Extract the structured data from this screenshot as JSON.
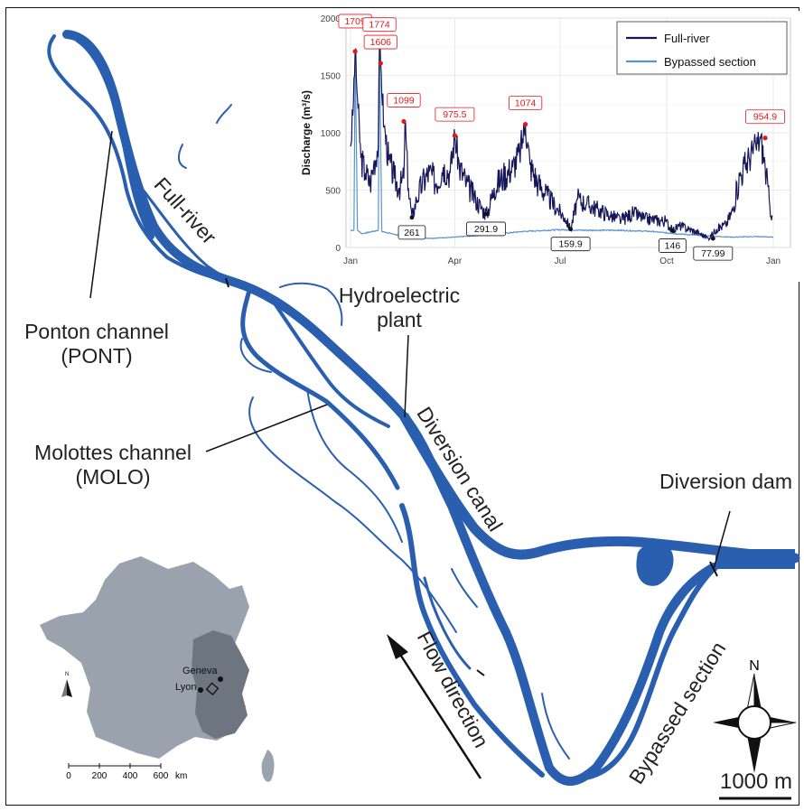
{
  "labels": {
    "full_river": "Full-river",
    "ponton_line1": "Ponton channel",
    "ponton_line2": "(PONT)",
    "molottes_line1": "Molottes channel",
    "molottes_line2": "(MOLO)",
    "hydro_line1": "Hydroelectric",
    "hydro_line2": "plant",
    "diversion_canal": "Diversion canal",
    "diversion_dam": "Diversion dam",
    "flow_direction": "Flow direction",
    "bypassed_section": "Bypassed section",
    "scale_bar": "1000 m"
  },
  "locator_map": {
    "geneva": "Geneva",
    "lyon": "Lyon",
    "north_mark": "N",
    "scale_ticks": [
      "0",
      "200",
      "400",
      "600"
    ],
    "scale_unit": "km"
  },
  "north_arrow": "N",
  "colors": {
    "river": "#2a5fb0",
    "full_river_series": "#16165a",
    "bypassed_series": "#5b93d1",
    "peak_label": "#e0191b",
    "france": "#9aa2ad",
    "basin": "#6c7580"
  },
  "chart_data": {
    "type": "line",
    "ylabel": "Discharge (m³/s)",
    "xlabel": "",
    "ylim": [
      0,
      2000
    ],
    "yticks": [
      0,
      500,
      1000,
      1500,
      2000
    ],
    "xticks": [
      "Jan",
      "Apr",
      "Jul",
      "Oct",
      "Jan"
    ],
    "grid": true,
    "legend": "top-right",
    "series": [
      {
        "name": "Full-river"
      },
      {
        "name": "Bypassed section"
      }
    ],
    "peak_annotations": [
      {
        "label": "1709",
        "date": "Jan 5",
        "value": 1709
      },
      {
        "label": "1774",
        "date": "Jan 26",
        "value": 1774
      },
      {
        "label": "1606",
        "date": "Jan 27",
        "value": 1606
      },
      {
        "label": "1099",
        "date": "Feb 16",
        "value": 1099
      },
      {
        "label": "975.5",
        "date": "Apr 1",
        "value": 975.5
      },
      {
        "label": "1074",
        "date": "Jun 1",
        "value": 1074
      },
      {
        "label": "954.9",
        "date": "Dec 25",
        "value": 954.9
      }
    ],
    "low_annotations": [
      {
        "label": "261",
        "date": "Feb 23",
        "value": 261
      },
      {
        "label": "291.9",
        "date": "Apr 28",
        "value": 291.9
      },
      {
        "label": "159.9",
        "date": "Jul 10",
        "value": 159.9
      },
      {
        "label": "146",
        "date": "Oct 6",
        "value": 146
      },
      {
        "label": "77.99",
        "date": "Nov 10",
        "value": 77.99
      }
    ]
  }
}
